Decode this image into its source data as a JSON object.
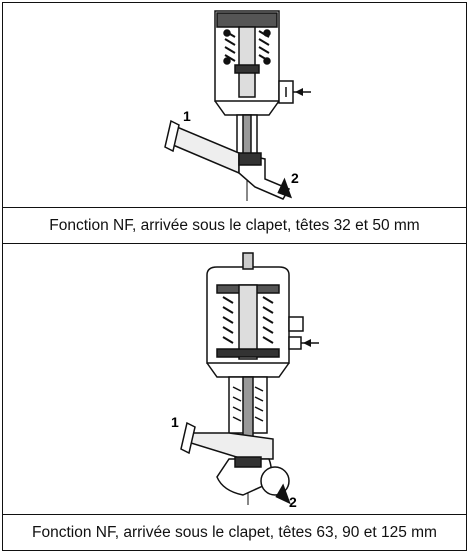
{
  "figure_top": {
    "caption": "Fonction NF, arrivée sous le clapet, têtes 32 et 50 mm",
    "port_inlet": "1",
    "port_outlet": "2"
  },
  "figure_bottom": {
    "caption": "Fonction NF, arrivée sous le clapet, têtes 63, 90 et 125 mm",
    "port_inlet": "1",
    "port_outlet": "2"
  }
}
